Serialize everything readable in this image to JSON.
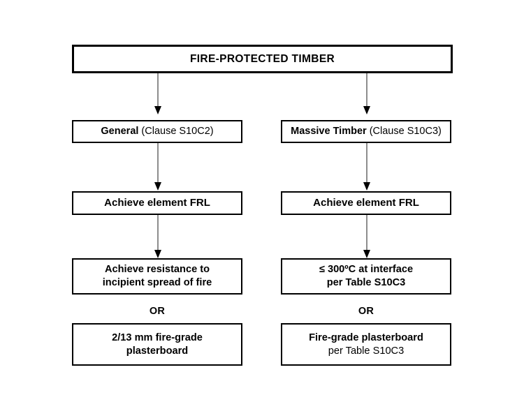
{
  "diagram": {
    "type": "flowchart",
    "title": "FIRE-PROTECTED TIMBER",
    "background_color": "#ffffff",
    "line_color": "#8d8d8d",
    "border_color": "#000000",
    "text_color": "#000000"
  },
  "nodes": {
    "root": {
      "label": "FIRE-PROTECTED TIMBER"
    },
    "left": {
      "branch_strong": "General",
      "branch_regular": " (Clause S10C2)",
      "frl": "Achieve element FRL",
      "requirement_line1": "Achieve resistance  to",
      "requirement_line2": "incipient spread of fire",
      "or": "OR",
      "alternative_line1": "2/13 mm fire-grade",
      "alternative_line2": "plasterboard"
    },
    "right": {
      "branch_strong": "Massive Timber",
      "branch_regular": " (Clause S10C3)",
      "frl": "Achieve element FRL",
      "requirement_line1": "≤ 300ºC at interface",
      "requirement_line2": "per Table S10C3",
      "or": "OR",
      "alternative_line1": "Fire-grade plasterboard",
      "alternative_line2": "per Table S10C3"
    }
  }
}
